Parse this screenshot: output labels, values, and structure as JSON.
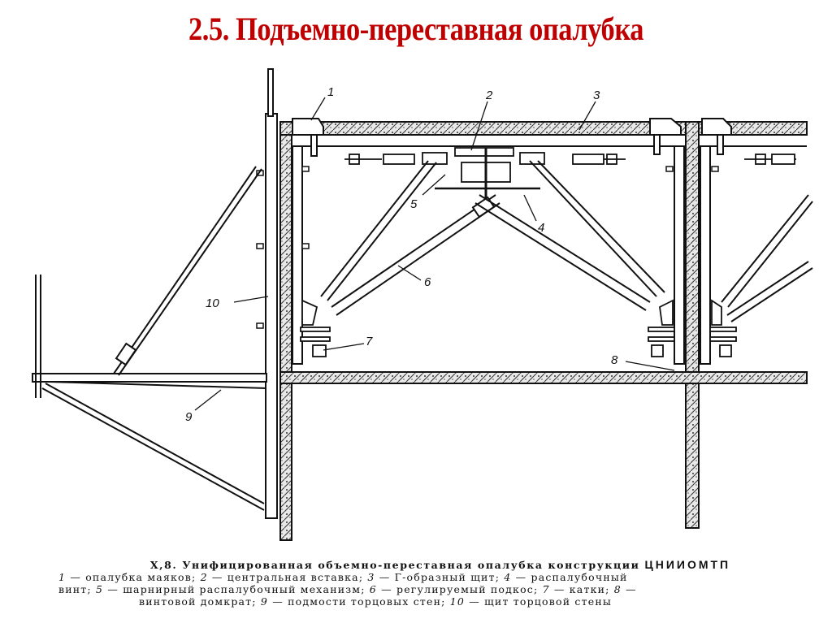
{
  "slide": {
    "title": "2.5. Подъемно-переставная опалубка",
    "title_color": "#c00000"
  },
  "diagram": {
    "callouts": [
      {
        "id": "1",
        "label": "1"
      },
      {
        "id": "2",
        "label": "2"
      },
      {
        "id": "3",
        "label": "3"
      },
      {
        "id": "4",
        "label": "4"
      },
      {
        "id": "5",
        "label": "5"
      },
      {
        "id": "6",
        "label": "6"
      },
      {
        "id": "7",
        "label": "7"
      },
      {
        "id": "8",
        "label": "8"
      },
      {
        "id": "9",
        "label": "9"
      },
      {
        "id": "10",
        "label": "10"
      }
    ]
  },
  "caption": {
    "figure_number": "X,8.",
    "heading": "Унифицированная объемно-переставная опалубка конструкции",
    "organization": "ЦНИИОМТП",
    "legend": [
      {
        "num": "1",
        "text": "опалубка маяков;"
      },
      {
        "num": "2",
        "text": "центральная вставка;"
      },
      {
        "num": "3",
        "text": "Г-образный щит;"
      },
      {
        "num": "4",
        "text": "распалубочный винт;"
      },
      {
        "num": "5",
        "text": "шарнирный распалубочный механизм;"
      },
      {
        "num": "6",
        "text": "регулируемый подкос;"
      },
      {
        "num": "7",
        "text": "катки;"
      },
      {
        "num": "8",
        "text": "винтовой домкрат;"
      },
      {
        "num": "9",
        "text": "подмости торцовых стен;"
      },
      {
        "num": "10",
        "text": "щит торцовой стены"
      }
    ],
    "lines": {
      "line1_a": "1",
      "line1_b": " — опалубка маяков; ",
      "line1_c": "2",
      "line1_d": " — центральная вставка; ",
      "line1_e": "3",
      "line1_f": " — Г-образный щит; ",
      "line1_g": "4",
      "line1_h": " — распалубочный",
      "line2_a": "винт; ",
      "line2_b": "5",
      "line2_c": " — шарнирный распалубочный механизм; ",
      "line2_d": "6",
      "line2_e": " — регулируемый подкос; ",
      "line2_f": "7",
      "line2_g": " — катки; ",
      "line2_h": "8",
      "line2_i": " —",
      "line3_a": "винтовой домкрат; ",
      "line3_b": "9",
      "line3_c": " — подмости торцовых стен; ",
      "line3_d": "10",
      "line3_e": " — щит торцовой стены"
    }
  }
}
